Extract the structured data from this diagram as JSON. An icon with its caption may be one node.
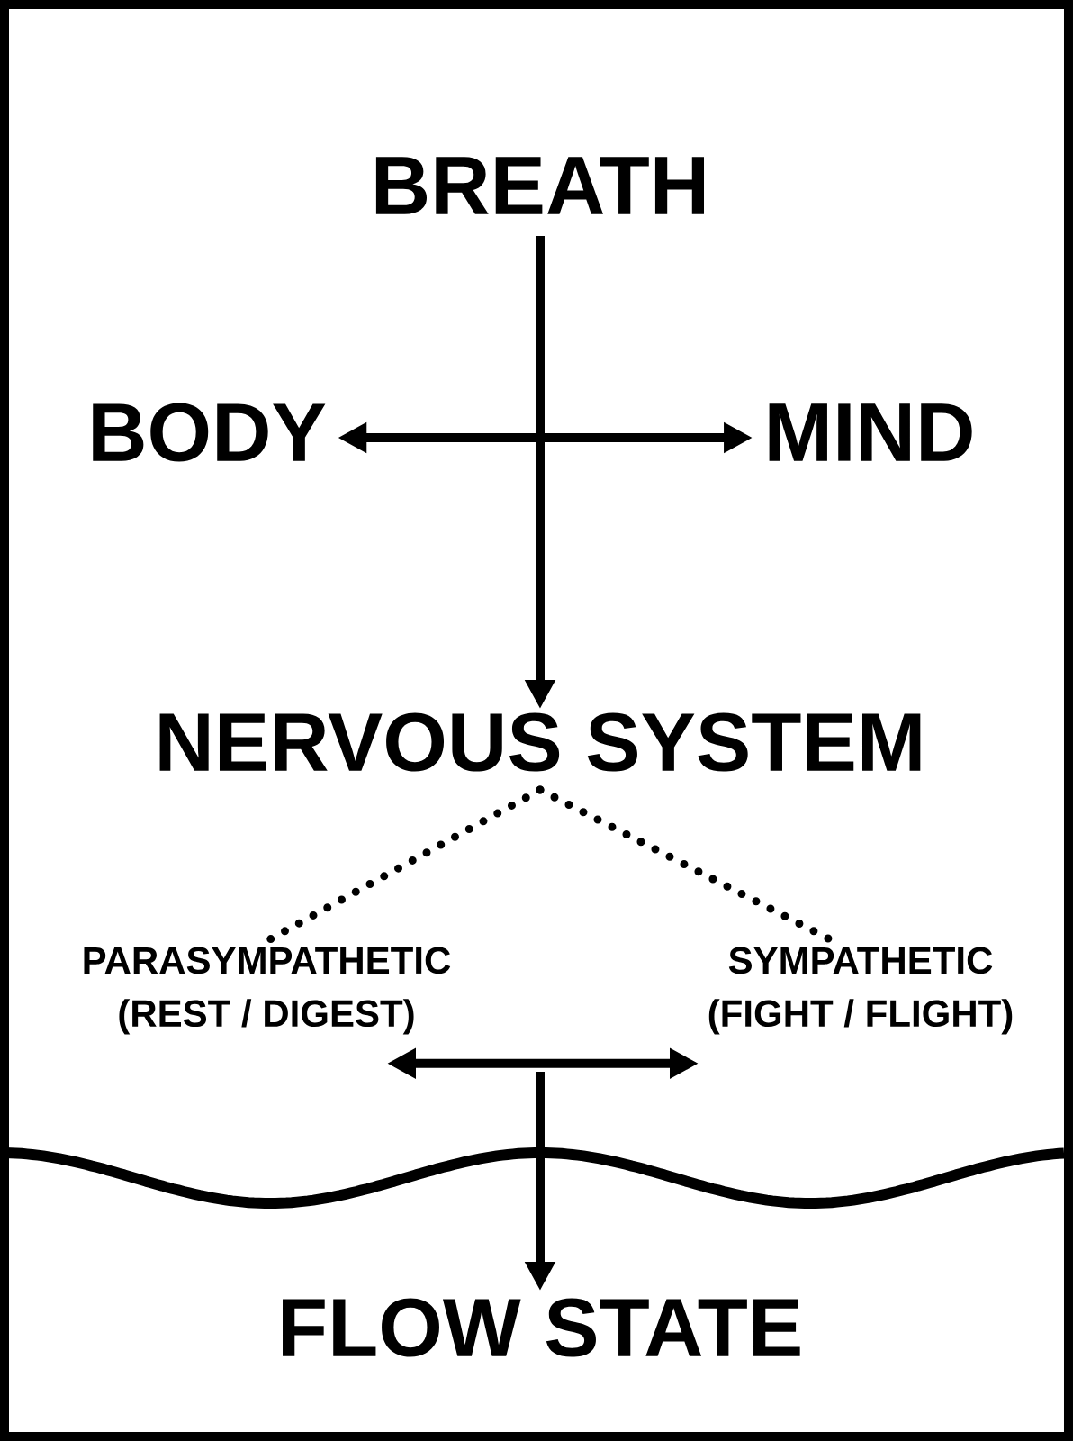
{
  "diagram": {
    "nodes": [
      {
        "text": [
          "BREATH"
        ]
      },
      {
        "text": [
          "BODY"
        ]
      },
      {
        "text": [
          "MIND"
        ]
      },
      {
        "text": [
          "NERVOUS SYSTEM"
        ]
      },
      {
        "text": [
          "PARASYMPATHETIC",
          "(REST / DIGEST)"
        ]
      },
      {
        "text": [
          "SYMPATHETIC",
          "(FIGHT / FLIGHT)"
        ]
      },
      {
        "text": [
          "FLOW STATE"
        ]
      }
    ],
    "edges": [
      {
        "from": 0,
        "to": 3,
        "arrow": "to"
      },
      {
        "from": 1,
        "to": 2,
        "arrow": "both"
      },
      {
        "from": 3,
        "to": 4,
        "arrow": "none",
        "style": "dashed"
      },
      {
        "from": 3,
        "to": 5,
        "arrow": "none",
        "style": "dashed"
      },
      {
        "from": 4,
        "to": 5,
        "arrow": "both"
      },
      {
        "from": null,
        "to": 6,
        "arrow": "to"
      }
    ]
  }
}
